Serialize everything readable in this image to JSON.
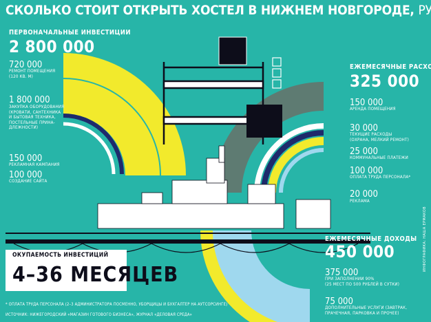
{
  "title": {
    "main": "СКОЛЬКО СТОИТ ОТКРЫТЬ ХОСТЕЛ В НИЖНЕМ НОВГОРОДЕ,",
    "unit": "РУБ."
  },
  "initial": {
    "heading": "ПЕРВОНАЧАЛЬНЫЕ ИНВЕСТИЦИИ",
    "total": "2 800 000",
    "items": [
      {
        "value": "720 000",
        "label": "РЕМОНТ ПОМЕЩЕНИЯ\n(120 КВ. М)"
      },
      {
        "value": "1 800 000",
        "label": "ЗАКУПКА ОБОРУДОВАНИЯ\n(КРОВАТИ, САНТЕХНИКА\nИ БЫТОВАЯ ТЕХНИКА,\nПОСТЕЛЬНЫЕ ПРИНА-\nДЛЕЖНОСТИ)"
      },
      {
        "value": "150 000",
        "label": "РЕКЛАМНАЯ КАМПАНИЯ"
      },
      {
        "value": "100 000",
        "label": "СОЗДАНИЕ САЙТА"
      }
    ]
  },
  "monthly_expenses": {
    "heading": "ЕЖЕМЕСЯЧНЫЕ РАСХОДЫ",
    "total": "325 000",
    "items": [
      {
        "value": "150 000",
        "label": "АРЕНДА ПОМЕЩЕНИЯ"
      },
      {
        "value": "30 000",
        "label": "ТЕКУЩИЕ РАСХОДЫ\n(ОХРАНА, МЕЛКИЙ РЕМОНТ)"
      },
      {
        "value": "25 000",
        "label": "КОММУНАЛЬНЫЕ ПЛАТЕЖИ"
      },
      {
        "value": "100 000",
        "label": "ОПЛАТА ТРУДА ПЕРСОНАЛА*"
      },
      {
        "value": "20 000",
        "label": "РЕКЛАМА"
      }
    ]
  },
  "monthly_income": {
    "heading": "ЕЖЕМЕСЯЧНЫЕ ДОХОДЫ",
    "total": "450 000",
    "items": [
      {
        "value": "375 000",
        "label": "ПРИ ЗАПОЛНЕНИИ 90%\n(25 МЕСТ ПО 500 РУБЛЕЙ В СУТКИ)"
      },
      {
        "value": "75 000",
        "label": "ДОПОЛНИТЕЛЬНЫЕ УСЛУГИ (ЗАВТРАК,\nПРАЧЕЧНАЯ, ПАРКОВКА И ПРОЧЕЕ)"
      }
    ]
  },
  "payback": {
    "heading": "ОКУПАЕМОСТЬ ИНВЕСТИЦИЙ",
    "value": "4–36 МЕСЯЦЕВ"
  },
  "footnote": "* ОПЛАТА ТРУДА ПЕРСОНАЛА (2–3 АДМИНИСТРАТОРА ПОСМЕННО, УБОРЩИЦЫ И БУХГАЛТЕР НА АУТСОРСИНГЕ)",
  "source": "ИСТОЧНИК: НИЖЕГОРОДСКИЙ «МАГАЗИН ГОТОВОГО БИЗНЕСА», ЖУРНАЛ «ДЕЛОВАЯ СРЕДА»",
  "credit": "ИНФОГРАФИКА: НАША ЕРМАКОВ",
  "colors": {
    "background": "#27b5a8",
    "yellow": "#f2ea2c",
    "light_blue": "#9fd8ee",
    "dark_gray": "#5e7b72",
    "navy": "#1e2a6b",
    "black": "#0d0d1a"
  }
}
